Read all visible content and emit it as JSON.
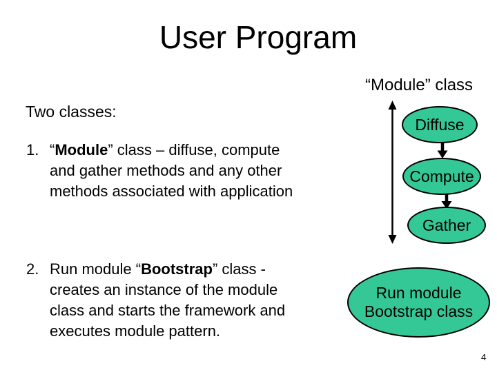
{
  "slide": {
    "title": "User Program",
    "page_number": "4",
    "colors": {
      "background": "#ffffff",
      "text": "#000000",
      "ellipse_fill": "#34c896",
      "ellipse_border": "#000000",
      "arrow": "#000000"
    }
  },
  "content": {
    "annotation_label": "“Module” class",
    "intro": "Two classes:",
    "list_items": [
      {
        "number": "1.",
        "lines": [
          "“**Module**” class – diffuse, compute",
          "and gather methods and any other",
          "methods associated with application"
        ]
      },
      {
        "number": "2.",
        "lines": [
          "Run module “**Bootstrap**” class -",
          "creates an instance of the module",
          "class and starts the framework and",
          "executes module pattern."
        ]
      }
    ]
  },
  "diagram": {
    "icons": {
      "cycle_arrow": "double-vertical-arrow-icon",
      "flow_arrow": "solid-down-arrow-icon"
    },
    "nodes": [
      {
        "id": "diffuse",
        "label_lines": [
          "Diffuse"
        ]
      },
      {
        "id": "compute",
        "label_lines": [
          "Compute"
        ]
      },
      {
        "id": "gather",
        "label_lines": [
          "Gather"
        ]
      },
      {
        "id": "run",
        "label_lines": [
          "Run module",
          "Bootstrap class"
        ]
      }
    ]
  }
}
